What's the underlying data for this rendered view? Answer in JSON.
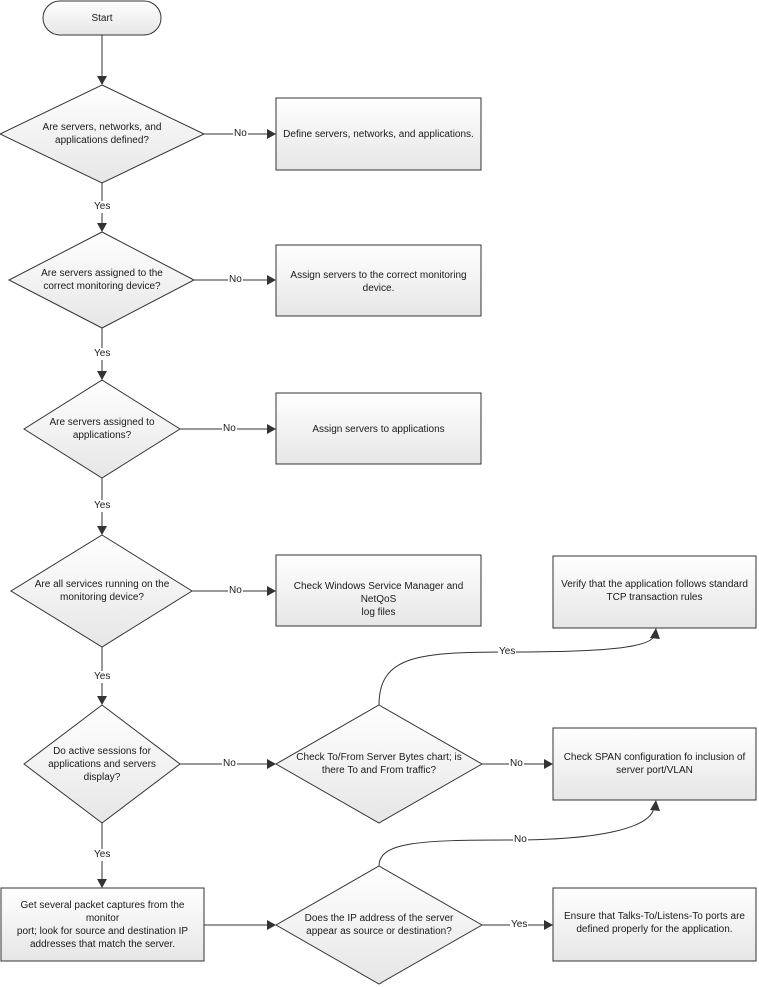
{
  "start": "Start",
  "decisions": {
    "d1": "Are servers, networks, and\napplications defined?",
    "d2": "Are servers assigned to the\ncorrect monitoring device?",
    "d3": "Are servers assigned to\napplications?",
    "d4": "Are all services running on the\nmonitoring device?",
    "d5": "Do active sessions for\napplications and servers\ndisplay?",
    "d6": "Check To/From Server Bytes chart; is\nthere To and From traffic?",
    "d7": "Does the IP address of the server\nappear as source or destination?"
  },
  "processes": {
    "p1": "Define servers, networks, and applications.",
    "p2": "Assign servers to the correct monitoring\ndevice.",
    "p3": "Assign servers to applications",
    "p4": "Check Windows Service Manager and NetQoS\nlog files",
    "p5": "Verify that the application follows standard\nTCP transaction rules",
    "p6": "Check SPAN configuration fo inclusion of\nserver port/VLAN",
    "p7": "Get several packet captures from the monitor\nport; look for source and destination IP\naddresses that match the server.",
    "p8": "Ensure that Talks-To/Listens-To ports are\ndefined properly for the application."
  },
  "edge_labels": {
    "yes": "Yes",
    "no": "No"
  }
}
